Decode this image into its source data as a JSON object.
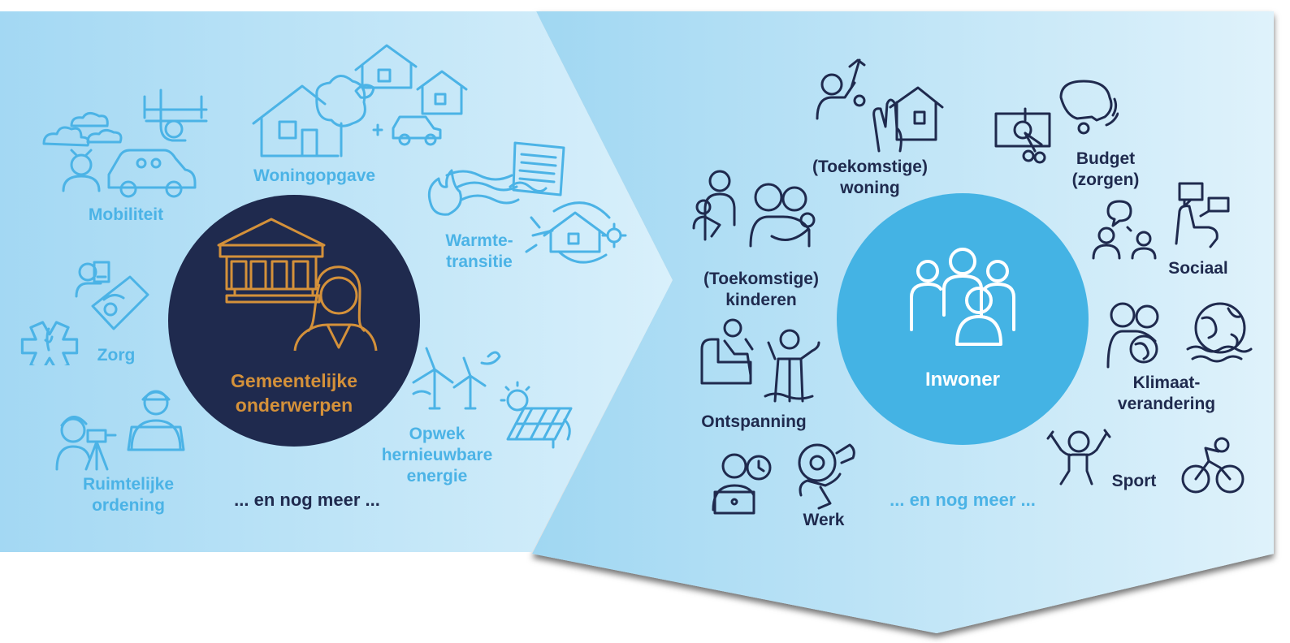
{
  "left_panel": {
    "center": {
      "title_line1": "Gemeentelijke",
      "title_line2": "onderwerpen"
    },
    "topics": {
      "mobiliteit": "Mobiliteit",
      "woningopgave": "Woningopgave",
      "warmte_1": "Warmte-",
      "warmte_2": "transitie",
      "zorg": "Zorg",
      "ruimtelijke_1": "Ruimtelijke",
      "ruimtelijke_2": "ordening",
      "opwek_1": "Opwek",
      "opwek_2": "hernieuwbare",
      "opwek_3": "energie"
    },
    "more": "... en nog meer ..."
  },
  "right_panel": {
    "center": {
      "title": "Inwoner"
    },
    "topics": {
      "woning_1": "(Toekomstige)",
      "woning_2": "woning",
      "budget_1": "Budget",
      "budget_2": "(zorgen)",
      "kinderen_1": "(Toekomstige)",
      "kinderen_2": "kinderen",
      "sociaal": "Sociaal",
      "ontspanning": "Ontspanning",
      "klimaat_1": "Klimaat-",
      "klimaat_2": "verandering",
      "werk": "Werk",
      "sport": "Sport"
    },
    "more": "... en nog meer ..."
  },
  "colors": {
    "light_blue": "#4bb3e6",
    "navy": "#1f2a4e",
    "orange": "#d4913a",
    "inwoner_circle": "#44b3e4"
  }
}
